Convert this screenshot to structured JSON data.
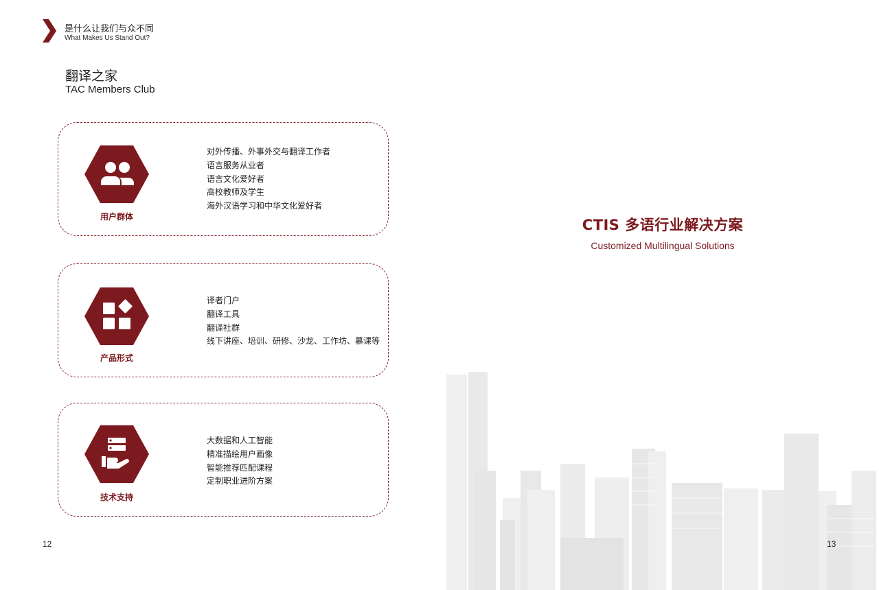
{
  "header": {
    "title_cn": "是什么让我们与众不同",
    "title_en": "What Makes Us Stand Out?"
  },
  "section": {
    "title_cn": "翻译之家",
    "title_en": "TAC Members Club"
  },
  "cards": [
    {
      "label": "用户群体",
      "icon": "users-icon",
      "items": [
        "对外传播、外事外交与翻译工作者",
        "语言服务从业者",
        "语言文化爱好者",
        "高校教师及学生",
        "海外汉语学习和中华文化爱好者"
      ]
    },
    {
      "label": "产品形式",
      "icon": "apps-grid-icon",
      "items": [
        "译者门户",
        "翻译工具",
        "翻译社群",
        "线下讲座、培训、研修、沙龙、工作坊、慕课等"
      ]
    },
    {
      "label": "技术支持",
      "icon": "server-hand-icon",
      "items": [
        "大数据和人工智能",
        "精准描绘用户画像",
        "智能推荐匹配课程",
        "定制职业进阶方案"
      ]
    }
  ],
  "right": {
    "title": "CTIS  多语行业解决方案",
    "subtitle": "Customized Multilingual Solutions"
  },
  "pages": {
    "left": "12",
    "right": "13"
  },
  "colors": {
    "accent": "#7d1a1f",
    "skyline": "#ececec"
  }
}
